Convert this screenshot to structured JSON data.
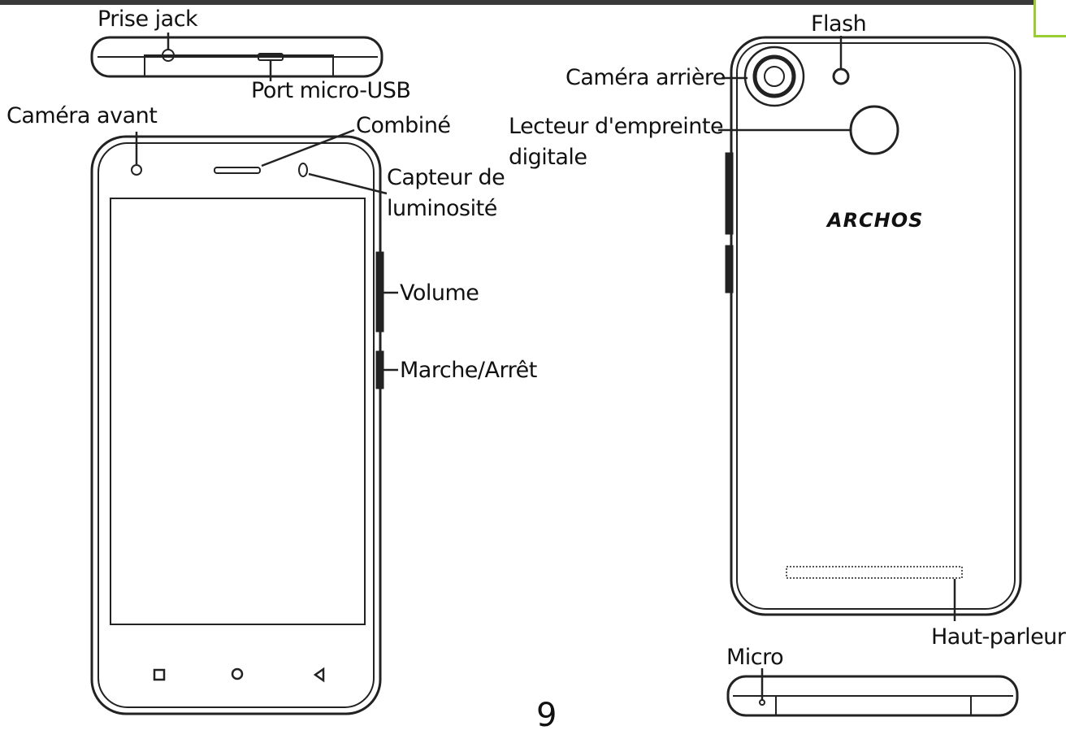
{
  "labels": {
    "prise_jack": "Prise jack",
    "port_micro_usb": "Port micro-USB",
    "camera_avant": "Caméra avant",
    "combine": "Combiné",
    "capteur_luminosite_1": "Capteur de",
    "capteur_luminosite_2": "luminosité",
    "volume": "Volume",
    "marche_arret": "Marche/Arrêt",
    "flash": "Flash",
    "camera_arriere": "Caméra arrière",
    "lecteur_empreinte_1": "Lecteur d'empreinte",
    "lecteur_empreinte_2": "digitale",
    "haut_parleur": "Haut-parleur",
    "micro": "Micro"
  },
  "brand": "ARCHOS",
  "page_number": "9",
  "colors": {
    "line": "#222222",
    "background": "#ffffff",
    "accent_corner": "#9acd32"
  }
}
